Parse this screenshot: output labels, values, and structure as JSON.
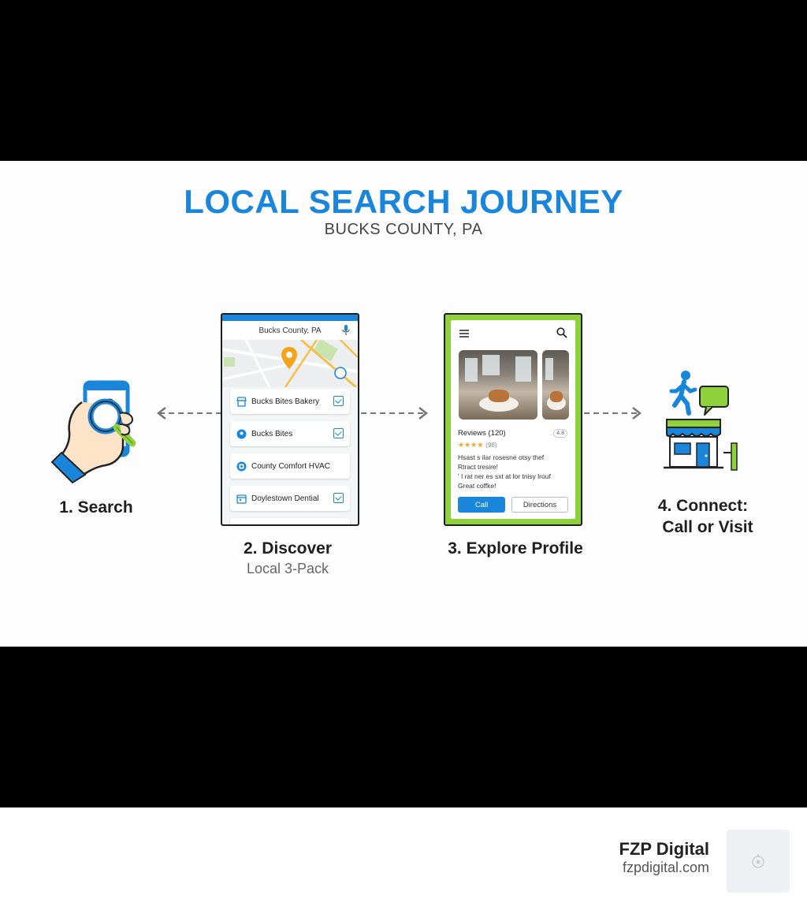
{
  "header": {
    "title": "LOCAL SEARCH JOURNEY",
    "subtitle": "BUCKS COUNTY, PA"
  },
  "steps": [
    {
      "label": "1. Search"
    },
    {
      "label": "2. Discover",
      "sub": "Local 3-Pack"
    },
    {
      "label": "3. Explore Profile"
    },
    {
      "label": "4. Connect:",
      "label2": "Call or Visit"
    }
  ],
  "discover_phone": {
    "search_text": "Bucks County, PA",
    "listings": [
      {
        "name": "Bucks Bites Bakery",
        "icon": "store-icon"
      },
      {
        "name": "Bucks Bites",
        "icon": "pin-icon"
      },
      {
        "name": "County Comfort HVAC",
        "icon": "hvac-icon"
      },
      {
        "name": "Doylestown Dential",
        "icon": "calendar-icon"
      }
    ]
  },
  "profile_phone": {
    "reviews": "Reviews (120)",
    "rating_badge": "4.8",
    "stars": "★★★★",
    "review_count": "(98)",
    "review_text": "Hsast s ilar rosesne otsy thef\nRtract tresire!\n' I rat ner es sxt at lor tnisy lrouf\nGreat coffke!",
    "call_label": "Call",
    "directions_label": "Directions"
  },
  "brand": {
    "name": "FZP Digital",
    "url": "fzpdigital.com"
  },
  "colors": {
    "accent_blue": "#1a86db",
    "accent_green": "#8fd13a"
  }
}
